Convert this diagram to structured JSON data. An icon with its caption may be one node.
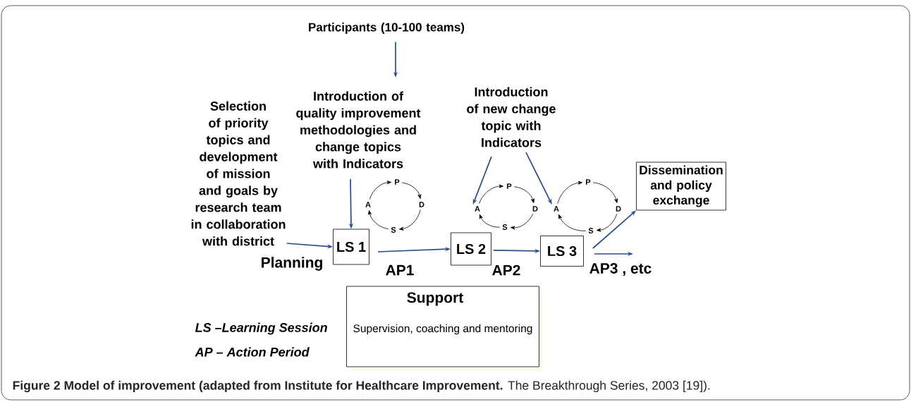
{
  "diagram": {
    "caption": "**Figure 2 Model of improvement (adapted from Institute for Healthcare Improvement.** The Breakthrough Series, 2003 [19]).",
    "nodes": [
      {
        "text": [
          "Participants (10-100 teams)"
        ]
      },
      {
        "text": [
          "Selection of priority topics and development of  mission and goals by research team in collaboration with district"
        ]
      },
      {
        "text": [
          "Introduction of quality improvement methodologies and change topics with Indicators"
        ]
      },
      {
        "text": [
          "Introduction of new change topic with Indicators"
        ]
      },
      {
        "text": [
          "Dissemination and policy exchange"
        ]
      },
      {
        "text": [
          "P"
        ]
      },
      {
        "text": [
          "A"
        ]
      },
      {
        "text": [
          "D"
        ]
      },
      {
        "text": [
          "S"
        ]
      },
      {
        "text": [
          "P"
        ]
      },
      {
        "text": [
          "A"
        ]
      },
      {
        "text": [
          "D"
        ]
      },
      {
        "text": [
          "S"
        ]
      },
      {
        "text": [
          "P"
        ]
      },
      {
        "text": [
          "A"
        ]
      },
      {
        "text": [
          "D"
        ]
      },
      {
        "text": [
          "S"
        ]
      },
      {
        "text": [
          "LS 1"
        ]
      },
      {
        "text": [
          "LS 2"
        ]
      },
      {
        "text": [
          "LS 3"
        ]
      },
      {
        "text": [
          "Support",
          "Supervision, coaching and mentoring"
        ]
      }
    ],
    "edges": [
      {
        "from": 0,
        "to": 2,
        "arrow": "to",
        "color": "#2b4f8a"
      },
      {
        "from": 1,
        "to": 17,
        "arrow": "to",
        "label": "Planning",
        "color": "#2b4f8a"
      },
      {
        "from": 2,
        "to": 17,
        "arrow": "to",
        "color": "#2b4f8a"
      },
      {
        "from": 17,
        "to": 18,
        "arrow": "to",
        "label": "AP1",
        "color": "#2b4f8a"
      },
      {
        "from": 18,
        "to": 19,
        "arrow": "to",
        "label": "AP2",
        "color": "#2b4f8a"
      },
      {
        "from": 19,
        "to": 4,
        "arrow": "to",
        "color": "#2b4f8a"
      },
      {
        "from": 19,
        "to": null,
        "arrow": "to",
        "label": "AP3 , etc",
        "color": "#2b4f8a"
      },
      {
        "from": 3,
        "to": 10,
        "arrow": "to",
        "color": "#2b4f8a"
      },
      {
        "from": 3,
        "to": 14,
        "arrow": "to",
        "color": "#2b4f8a"
      },
      {
        "from": 6,
        "to": 5,
        "arrow": "to"
      },
      {
        "from": 5,
        "to": 7,
        "arrow": "to"
      },
      {
        "from": 7,
        "to": 8,
        "arrow": "to"
      },
      {
        "from": 8,
        "to": 6,
        "arrow": "to"
      },
      {
        "from": 10,
        "to": 9,
        "arrow": "to"
      },
      {
        "from": 9,
        "to": 11,
        "arrow": "to"
      },
      {
        "from": 11,
        "to": 12,
        "arrow": "to"
      },
      {
        "from": 12,
        "to": 10,
        "arrow": "to"
      },
      {
        "from": 14,
        "to": 13,
        "arrow": "to"
      },
      {
        "from": 13,
        "to": 15,
        "arrow": "to"
      },
      {
        "from": 15,
        "to": 16,
        "arrow": "to"
      },
      {
        "from": 16,
        "to": 14,
        "arrow": "to"
      }
    ],
    "labels": [
      "LS –Learning Session",
      "AP – Action Period"
    ]
  }
}
